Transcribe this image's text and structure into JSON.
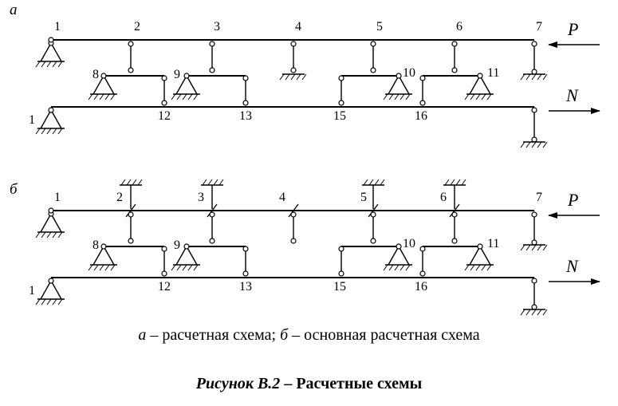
{
  "panels": {
    "a": {
      "letter": "а",
      "top_labels": [
        "1",
        "2",
        "3",
        "4",
        "5",
        "6",
        "7"
      ],
      "bottom_labels": [
        "1",
        "12",
        "13",
        "15",
        "16"
      ],
      "mid_labels": [
        "8",
        "9",
        "10",
        "11"
      ],
      "force_top": "P",
      "force_bottom": "N"
    },
    "b": {
      "letter": "б",
      "top_labels": [
        "1",
        "2",
        "3",
        "4",
        "5",
        "6",
        "7"
      ],
      "bottom_labels": [
        "1",
        "12",
        "13",
        "15",
        "16"
      ],
      "mid_labels": [
        "8",
        "9",
        "10",
        "11"
      ],
      "force_top": "P",
      "force_bottom": "N"
    }
  },
  "caption": {
    "a_letter": "а",
    "a_text": " – расчетная схема; ",
    "b_letter": "б",
    "b_text": " – основная расчетная схема"
  },
  "figure": {
    "label": "Рисунок В.2",
    "dash_title": " – Расчетные схемы"
  }
}
